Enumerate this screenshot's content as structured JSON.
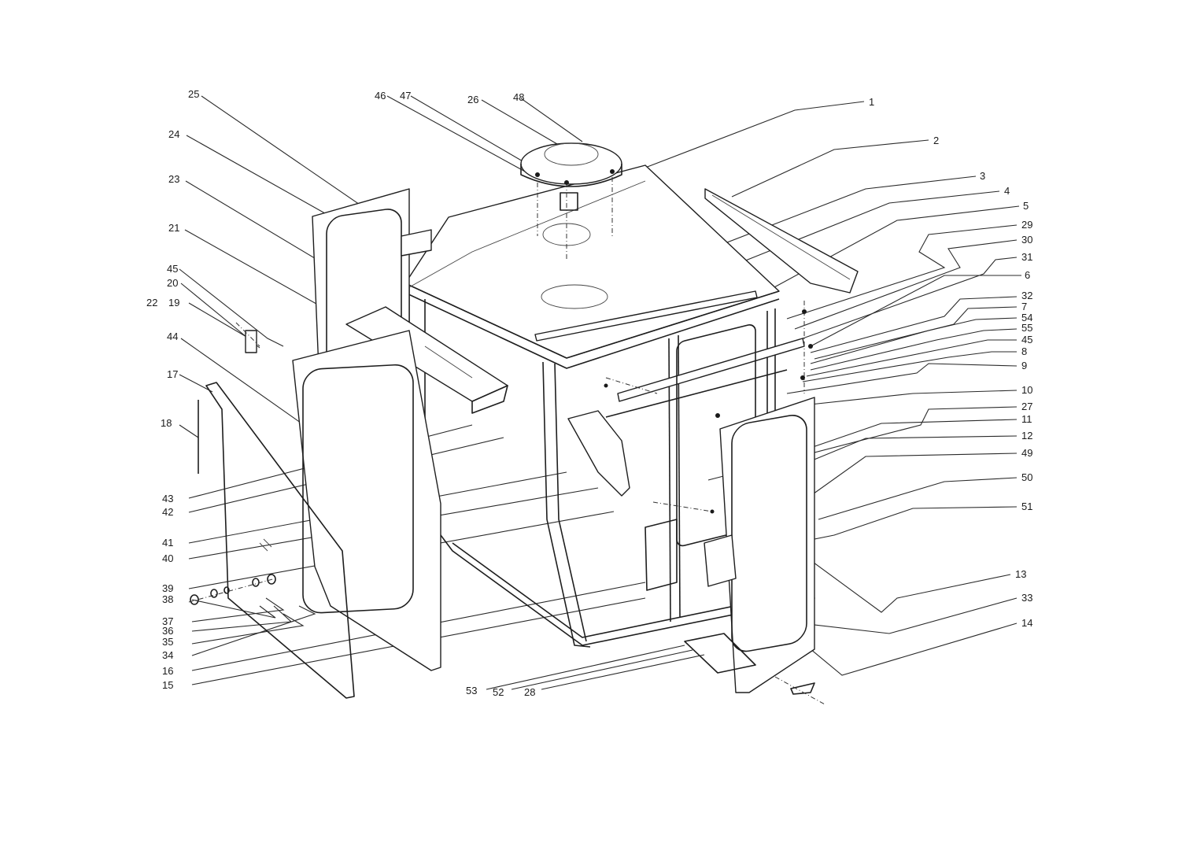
{
  "labels": {
    "l1": "1",
    "l2": "2",
    "l3": "3",
    "l4": "4",
    "l5": "5",
    "l6": "6",
    "l7": "7",
    "l8": "8",
    "l9": "9",
    "l10": "10",
    "l11": "11",
    "l12": "12",
    "l13": "13",
    "l14": "14",
    "l15": "15",
    "l16": "16",
    "l17": "17",
    "l18": "18",
    "l19": "19",
    "l20": "20",
    "l21": "21",
    "l22": "22",
    "l23": "23",
    "l24": "24",
    "l25": "25",
    "l26": "26",
    "l27": "27",
    "l28": "28",
    "l29": "29",
    "l30": "30",
    "l31": "31",
    "l32": "32",
    "l33": "33",
    "l34": "34",
    "l35": "35",
    "l36": "36",
    "l37": "37",
    "l38": "38",
    "l39": "39",
    "l40": "40",
    "l41": "41",
    "l42": "42",
    "l43": "43",
    "l44": "44",
    "l45a": "45",
    "l45b": "45",
    "l46": "46",
    "l47": "47",
    "l48": "48",
    "l49": "49",
    "l50": "50",
    "l51": "51",
    "l52": "52",
    "l53": "53",
    "l54": "54",
    "l55": "55"
  }
}
